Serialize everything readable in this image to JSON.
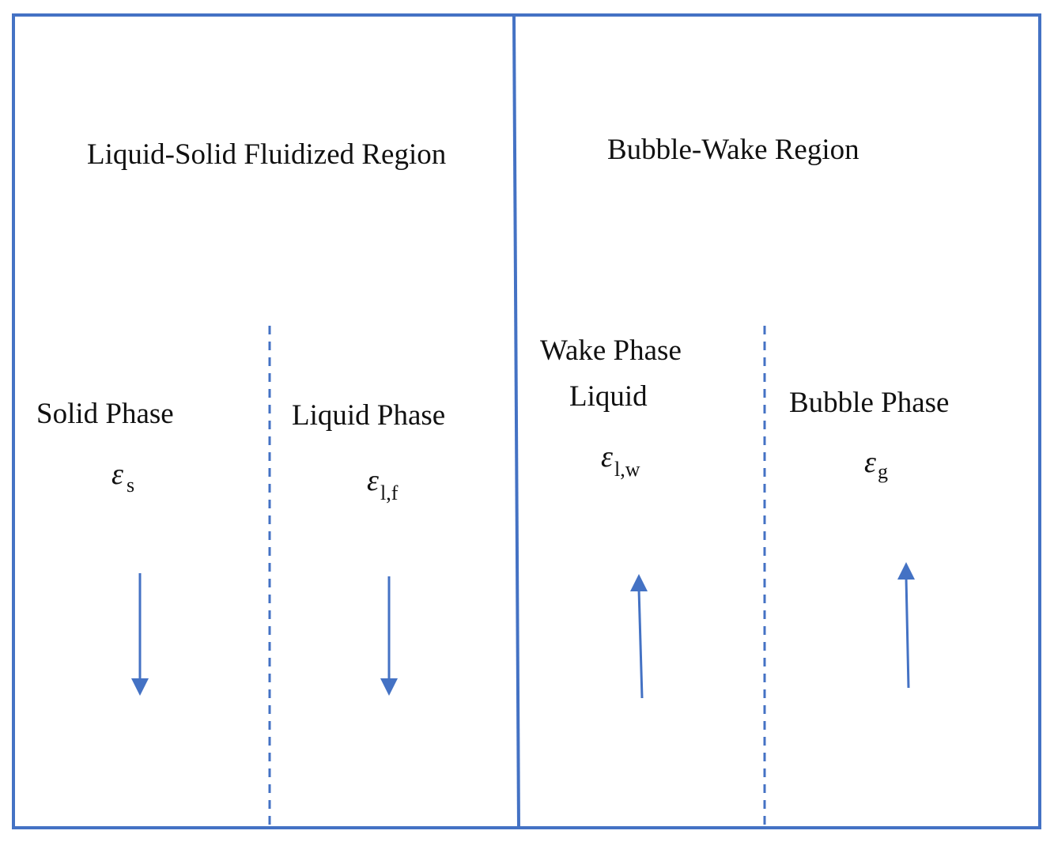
{
  "colors": {
    "line": "#4472C4",
    "text": "#111111",
    "background": "#ffffff"
  },
  "regions": [
    {
      "title": "Liquid-Solid Fluidized Region",
      "phases": [
        {
          "label": "Solid Phase",
          "symbol": "ε",
          "subscript": "s",
          "flow": "down"
        },
        {
          "label": "Liquid Phase",
          "symbol": "ε",
          "subscript": "l,f",
          "flow": "down"
        }
      ]
    },
    {
      "title": "Bubble-Wake Region",
      "phases": [
        {
          "label_line1": "Wake Phase",
          "label_line2": "Liquid",
          "symbol": "ε",
          "subscript": "l,w",
          "flow": "up"
        },
        {
          "label": "Bubble Phase",
          "symbol": "ε",
          "subscript": "g",
          "flow": "up"
        }
      ]
    }
  ]
}
